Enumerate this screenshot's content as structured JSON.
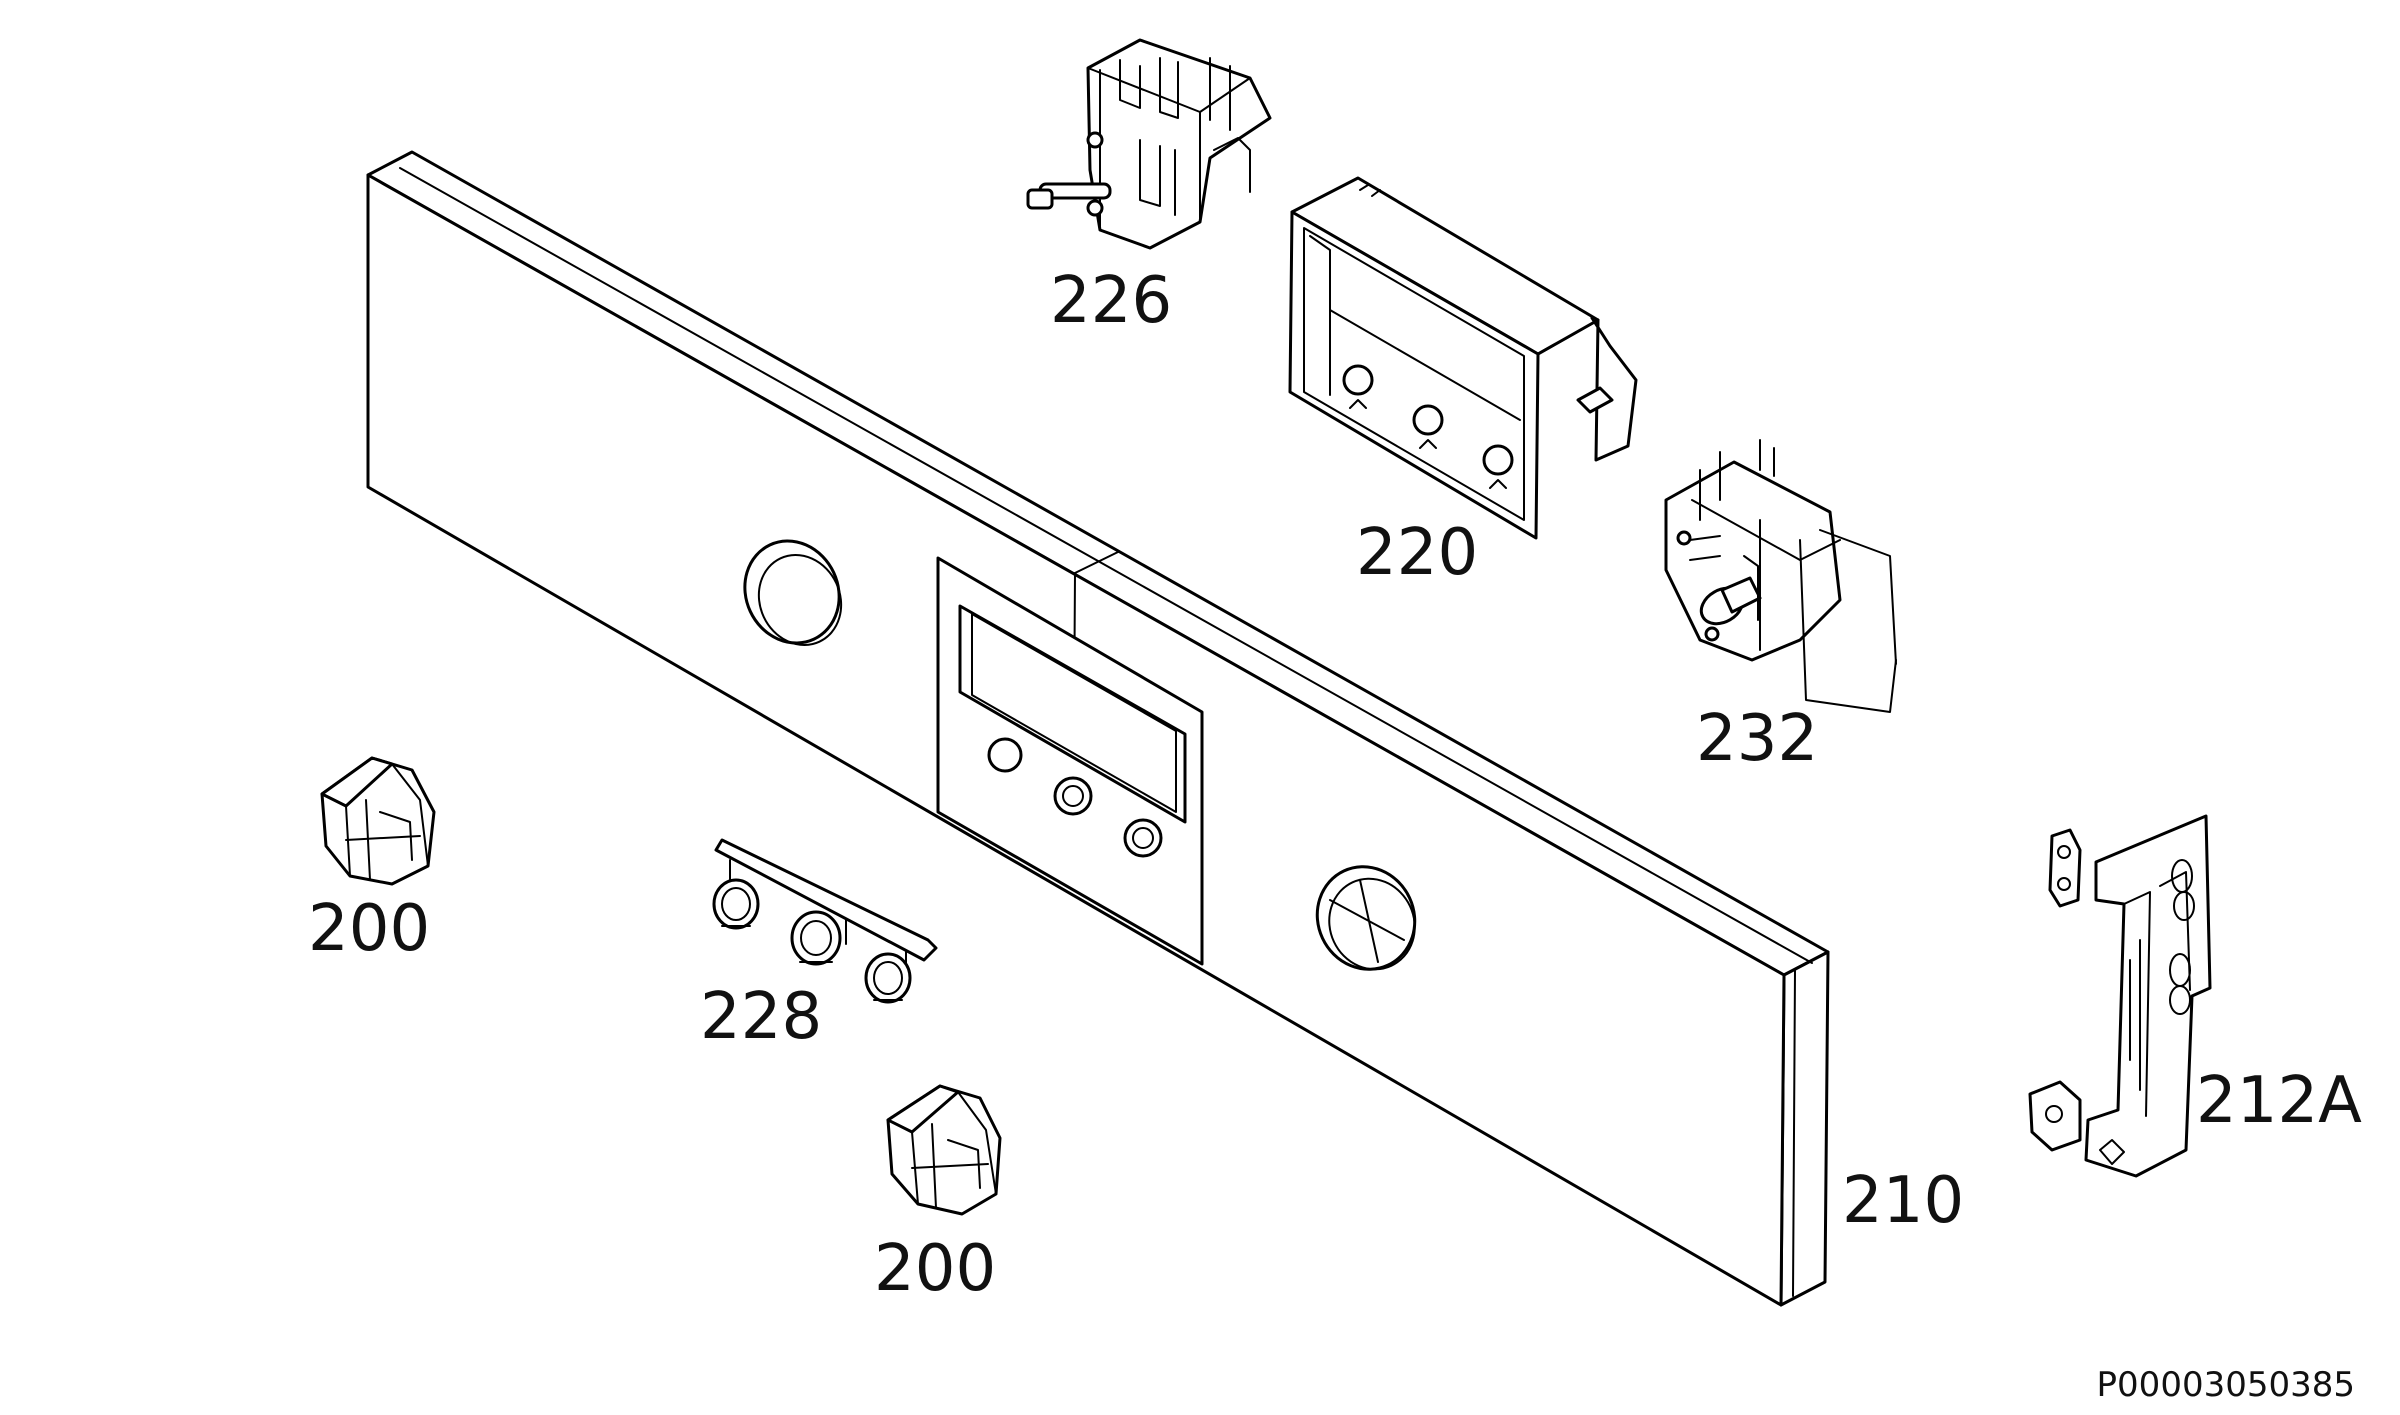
{
  "diagram": {
    "type": "exploded-parts-view",
    "line_color": "#000000",
    "background": "#ffffff",
    "labels": {
      "control_switch": "226",
      "display_housing": "220",
      "thermostat_switch": "232",
      "knob_left": "200",
      "knob_bottom": "200",
      "push_buttons": "228",
      "control_panel": "210",
      "mounting_bracket": "212A"
    },
    "reference_code": "P00003050385"
  }
}
